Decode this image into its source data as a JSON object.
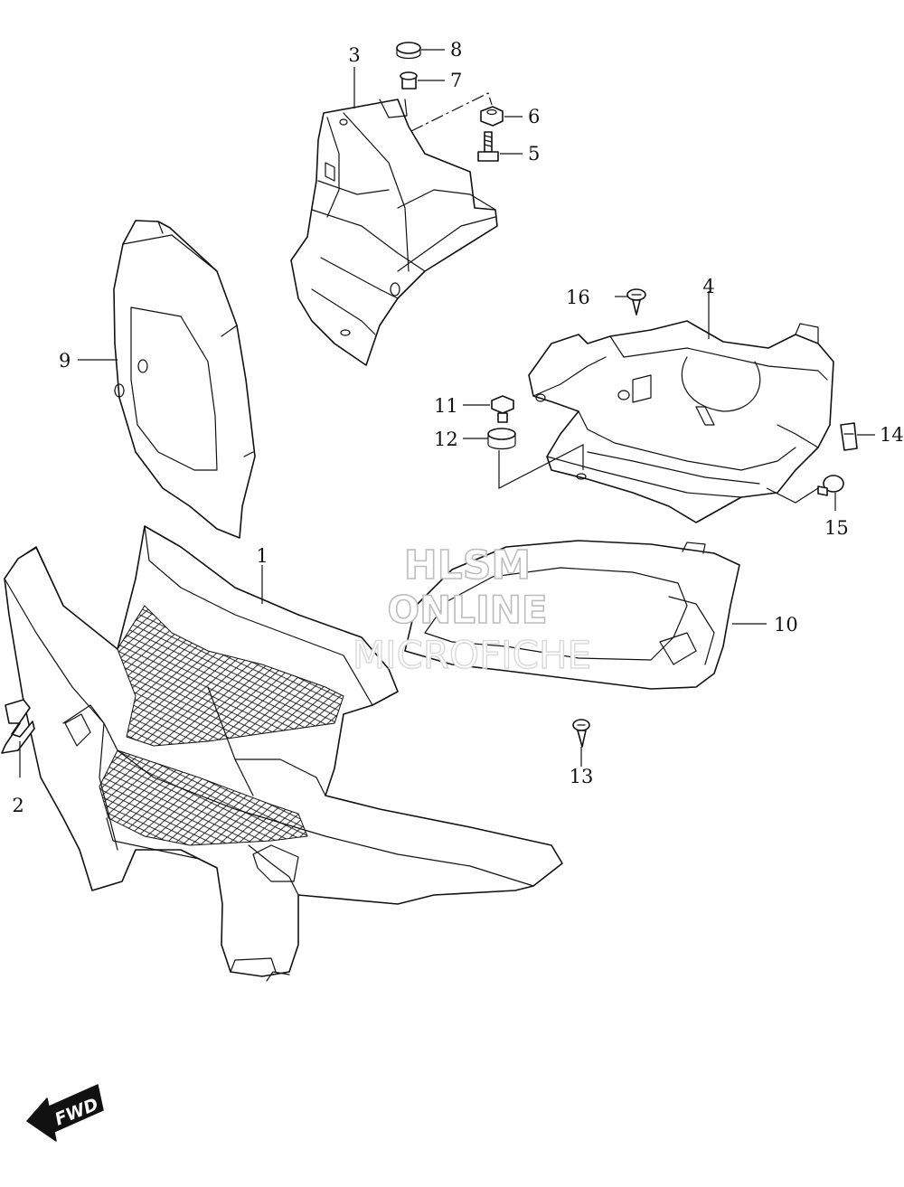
{
  "callouts": [
    {
      "id": "1",
      "label": "1"
    },
    {
      "id": "2",
      "label": "2"
    },
    {
      "id": "3",
      "label": "3"
    },
    {
      "id": "4",
      "label": "4"
    },
    {
      "id": "5",
      "label": "5"
    },
    {
      "id": "6",
      "label": "6"
    },
    {
      "id": "7",
      "label": "7"
    },
    {
      "id": "8",
      "label": "8"
    },
    {
      "id": "9",
      "label": "9"
    },
    {
      "id": "10",
      "label": "10"
    },
    {
      "id": "11",
      "label": "11"
    },
    {
      "id": "12",
      "label": "12"
    },
    {
      "id": "13",
      "label": "13"
    },
    {
      "id": "14",
      "label": "14"
    },
    {
      "id": "15",
      "label": "15"
    },
    {
      "id": "16",
      "label": "16"
    }
  ],
  "watermark": {
    "line1": "HLSM",
    "line2": "ONLINE",
    "line3": "MICROFICHE"
  },
  "direction_badge": {
    "label": "FWD",
    "icon": "fwd-arrow-icon"
  },
  "colors": {
    "line": "#111111",
    "background": "#ffffff",
    "watermark_outline": "#bdbdbd"
  }
}
